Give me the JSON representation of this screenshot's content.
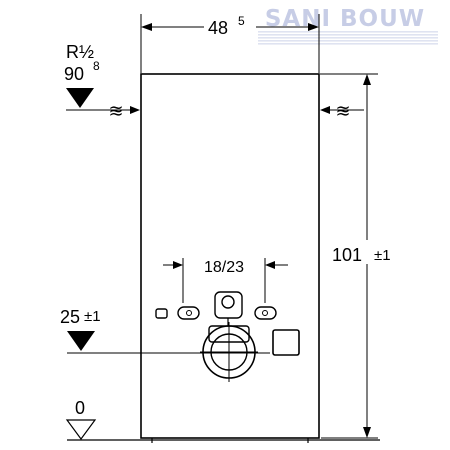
{
  "brand": {
    "name": "SANI BOUW",
    "text_color": "#c7cde6",
    "stripe_color": "#dfe3f1"
  },
  "dimensions": {
    "width_main": "48",
    "width_sup": "5",
    "height_main": "101",
    "height_tol": "±1",
    "spacing": "18/23",
    "pipe_thread": "R½",
    "supply_height_main": "90",
    "supply_height_sup": "8",
    "outlet_height_main": "25",
    "outlet_height_tol": "±1",
    "floor_level": "0"
  },
  "symbols": {
    "water_left": "≋",
    "water_right": "≋"
  },
  "colors": {
    "line": "#000000",
    "background": "#ffffff"
  }
}
